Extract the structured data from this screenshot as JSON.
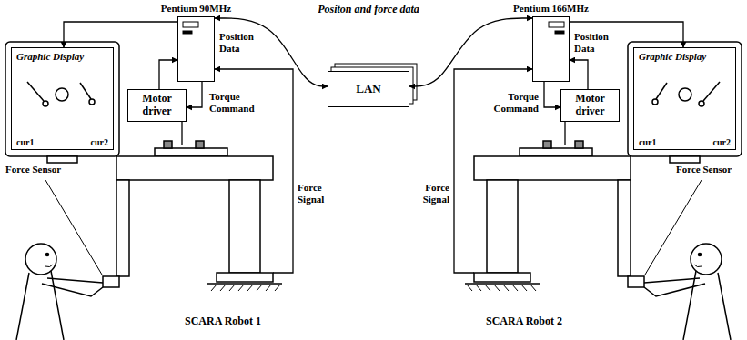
{
  "diagram": {
    "nodes": [
      {
        "text": [
          "Pentium 90MHz"
        ]
      },
      {
        "text": [
          "Graphic Display",
          "cur1",
          "cur2"
        ]
      },
      {
        "text": [
          "Motor driver"
        ]
      },
      {
        "text": [
          "SCARA Robot 1"
        ]
      },
      {
        "text": [
          "LAN"
        ]
      },
      {
        "text": [
          "Pentium 166MHz"
        ]
      },
      {
        "text": [
          "Graphic Display",
          "cur1",
          "cur2"
        ]
      },
      {
        "text": [
          "Motor driver"
        ]
      },
      {
        "text": [
          "SCARA Robot 2"
        ]
      }
    ],
    "edges": [
      {
        "from": 0,
        "to": 1,
        "arrow": "to"
      },
      {
        "from": 0,
        "to": 2,
        "arrow": "to",
        "label": "Torque Command"
      },
      {
        "from": 2,
        "to": 0,
        "arrow": "to"
      },
      {
        "from": 2,
        "to": 3,
        "arrow": "none"
      },
      {
        "from": 3,
        "to": 0,
        "arrow": "to",
        "label": "Force Signal"
      },
      {
        "from": 0,
        "to": 4,
        "arrow": "both"
      },
      {
        "from": 5,
        "to": 4,
        "arrow": "both"
      },
      {
        "from": 5,
        "to": 6,
        "arrow": "to"
      },
      {
        "from": 5,
        "to": 7,
        "arrow": "to",
        "label": "Torque Command"
      },
      {
        "from": 7,
        "to": 5,
        "arrow": "to"
      },
      {
        "from": 7,
        "to": 8,
        "arrow": "none"
      },
      {
        "from": 8,
        "to": 5,
        "arrow": "to",
        "label": "Force Signal"
      }
    ],
    "labels": [
      "Positon and force data",
      "Position Data",
      "Force Sensor",
      "Position Data",
      "Force Sensor"
    ]
  }
}
